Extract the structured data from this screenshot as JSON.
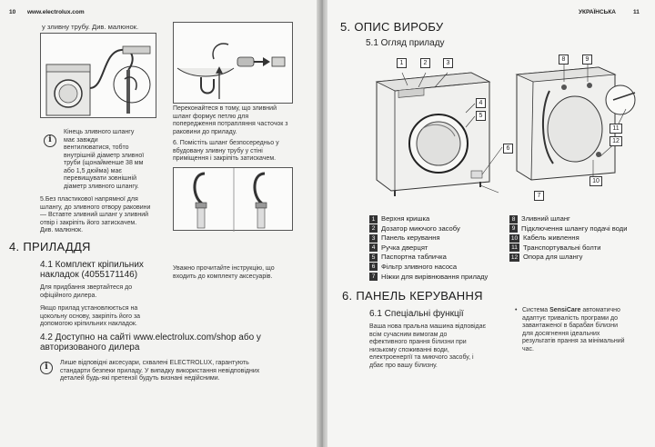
{
  "left_page": {
    "page_number": "10",
    "site": "www.electrolux.com",
    "intro_line": "у зливну трубу. Див. малюнок.",
    "info_hose_lines": [
      "Кінець зливного шлангу",
      "має завжди",
      "вентилюватися, тобто",
      "внутрішній діаметр зливної",
      "труби (щонайменше 38 мм",
      "або 1,5 дюйма) має",
      "перевищувати зовнішній",
      "діаметр зливного шлангу."
    ],
    "loop_text_lines": [
      "Переконайтеся в тому, що зливний",
      "шланг формує петлю для",
      "попередження потрапляння часточок з",
      "раковини до приладу."
    ],
    "step6_lines": [
      "6. Помістіть шланг безпосередньо у",
      "вбудовану зливну трубу у стіні",
      "приміщення і закріпіть затискачем."
    ],
    "step5_lines": [
      "5.Без пластикової напрямної для",
      "шлангу, до зливного отвору раковини",
      "— Вставте зливний шланг у зливний",
      "отвір і закріпіть його затискачем.",
      "Див. малюнок."
    ],
    "section4_title": "4. ПРИЛАДДЯ",
    "s41_title_lines": [
      "4.1 Комплект кріпильних",
      "накладок (4055171146)"
    ],
    "s41_body1_lines": [
      "Для придбання звертайтеся до",
      "офіційного дилера."
    ],
    "s41_body2_lines": [
      "Якщо прилад установлюється на",
      "цокольну основу, закріпіть його за",
      "допомогою кріпильних накладок."
    ],
    "s41_note_lines": [
      "Уважно прочитайте інструкцію, що",
      "входить до комплекту аксесуарів."
    ],
    "s42_title_lines": [
      "4.2 Доступно на сайті www.electrolux.com/shop або у",
      "авторизованого дилера"
    ],
    "s42_info_lines": [
      "Лише відповідні аксесуари, схвалені ELECTROLUX, гарантують",
      "стандарти безпеки приладу. У випадку використання невідповідних",
      "деталей будь-які претензії будуть визнані недійсними."
    ]
  },
  "right_page": {
    "page_number": "11",
    "language": "УКРАЇНСЬКА",
    "section5_title": "5. ОПИС ВИРОБУ",
    "s51_title": "5.1 Огляд приладу",
    "callouts": [
      "1",
      "2",
      "3",
      "4",
      "5",
      "6",
      "7",
      "8",
      "9",
      "10",
      "11",
      "12"
    ],
    "legend_left": [
      {
        "n": "1",
        "label": "Верхня кришка"
      },
      {
        "n": "2",
        "label": "Дозатор миючого засобу"
      },
      {
        "n": "3",
        "label": "Панель керування"
      },
      {
        "n": "4",
        "label": "Ручка дверцят"
      },
      {
        "n": "5",
        "label": "Паспортна табличка"
      },
      {
        "n": "6",
        "label": "Фільтр зливного насоса"
      },
      {
        "n": "7",
        "label": "Ніжки для вирівнювання приладу"
      }
    ],
    "legend_right": [
      {
        "n": "8",
        "label": "Зливний шланг"
      },
      {
        "n": "9",
        "label": "Підключення шлангу подачі води"
      },
      {
        "n": "10",
        "label": "Кабель живлення"
      },
      {
        "n": "11",
        "label": "Транспортувальні болти"
      },
      {
        "n": "12",
        "label": "Опора для шлангу"
      }
    ],
    "section6_title": "6. ПАНЕЛЬ КЕРУВАННЯ",
    "s61_title": "6.1 Спеціальні функції",
    "s61_body_lines": [
      "Ваша нова пральна машина відповідає",
      "всім сучасним вимогам до",
      "ефективного прання білизни при",
      "низькому споживанні води,",
      "електроенергії та миючого засобу, і",
      "дбає про вашу білизну."
    ],
    "bullet_prefix": "Система ",
    "bullet_brand": "SensiCare",
    "bullet_rest_first": " автоматично",
    "bullet_lines": [
      "адаптує тривалість програми до",
      "завантаженої в барабан білизни",
      "для досягнення ідеальних",
      "результатів прання за мінімальний",
      "час."
    ]
  }
}
